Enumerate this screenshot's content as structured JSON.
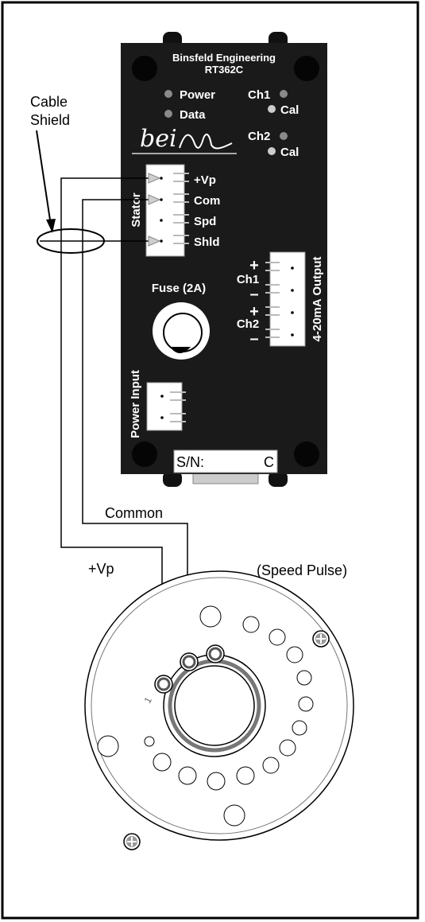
{
  "colors": {
    "module_body": "#1a1a1a",
    "module_text": "#ffffff",
    "connector_fill": "#ffffff",
    "led": "#8a8a8a",
    "wire": "#000000",
    "arrow_fill": "#cfcfcf",
    "outline": "#000000"
  },
  "module": {
    "brand": "Binsfeld Engineering",
    "model": "RT362C",
    "logo_text": "bei",
    "leds": {
      "power": "Power",
      "data": "Data",
      "ch1": "Ch1",
      "ch1_cal": "Cal",
      "ch2": "Ch2",
      "ch2_cal": "Cal"
    },
    "stator_label": "Stator",
    "stator_pins": [
      "+Vp",
      "Com",
      "Spd",
      "Shld"
    ],
    "fuse_label": "Fuse (2A)",
    "output_label": "4-20mA Output",
    "output_ch1": "Ch1",
    "output_ch2": "Ch2",
    "plus": "+",
    "minus": "–",
    "power_input_label": "Power Input",
    "serial_prefix": "S/N:",
    "serial_suffix": "C"
  },
  "callouts": {
    "cable_shield_line1": "Cable",
    "cable_shield_line2": "Shield",
    "common": "Common",
    "vp": "+Vp",
    "speed_pulse": "(Speed Pulse)",
    "pin_one": "1"
  }
}
